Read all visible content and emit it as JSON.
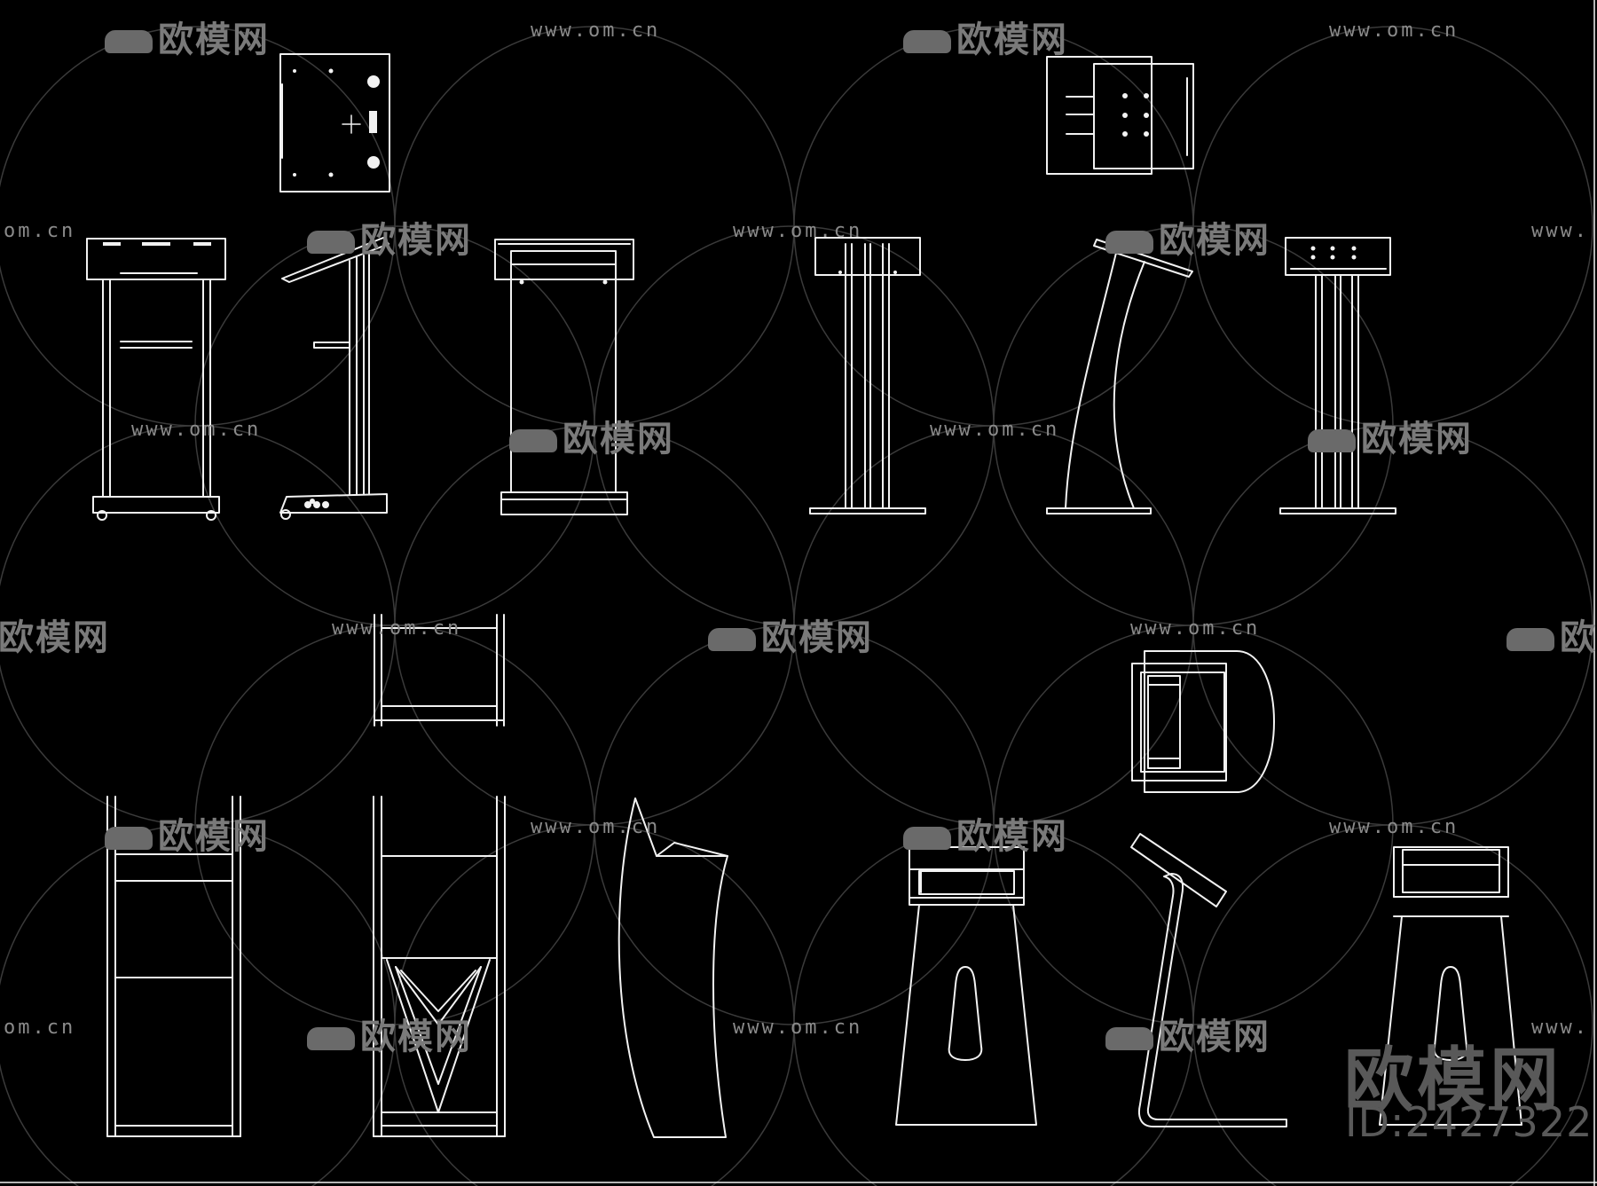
{
  "watermark": {
    "brand": "欧模网",
    "url": "www.om.cn",
    "url_fragment_left": "om.cn",
    "url_fragment_right": "www.",
    "brand_fragment_left": "欧模网",
    "brand_fragment_right": "欧"
  },
  "logo": {
    "brand": "欧模网",
    "id_text": "ID:2427322"
  },
  "colors": {
    "background": "#000000",
    "line": "#f2f2f2",
    "watermark": "#7a7a7a"
  }
}
